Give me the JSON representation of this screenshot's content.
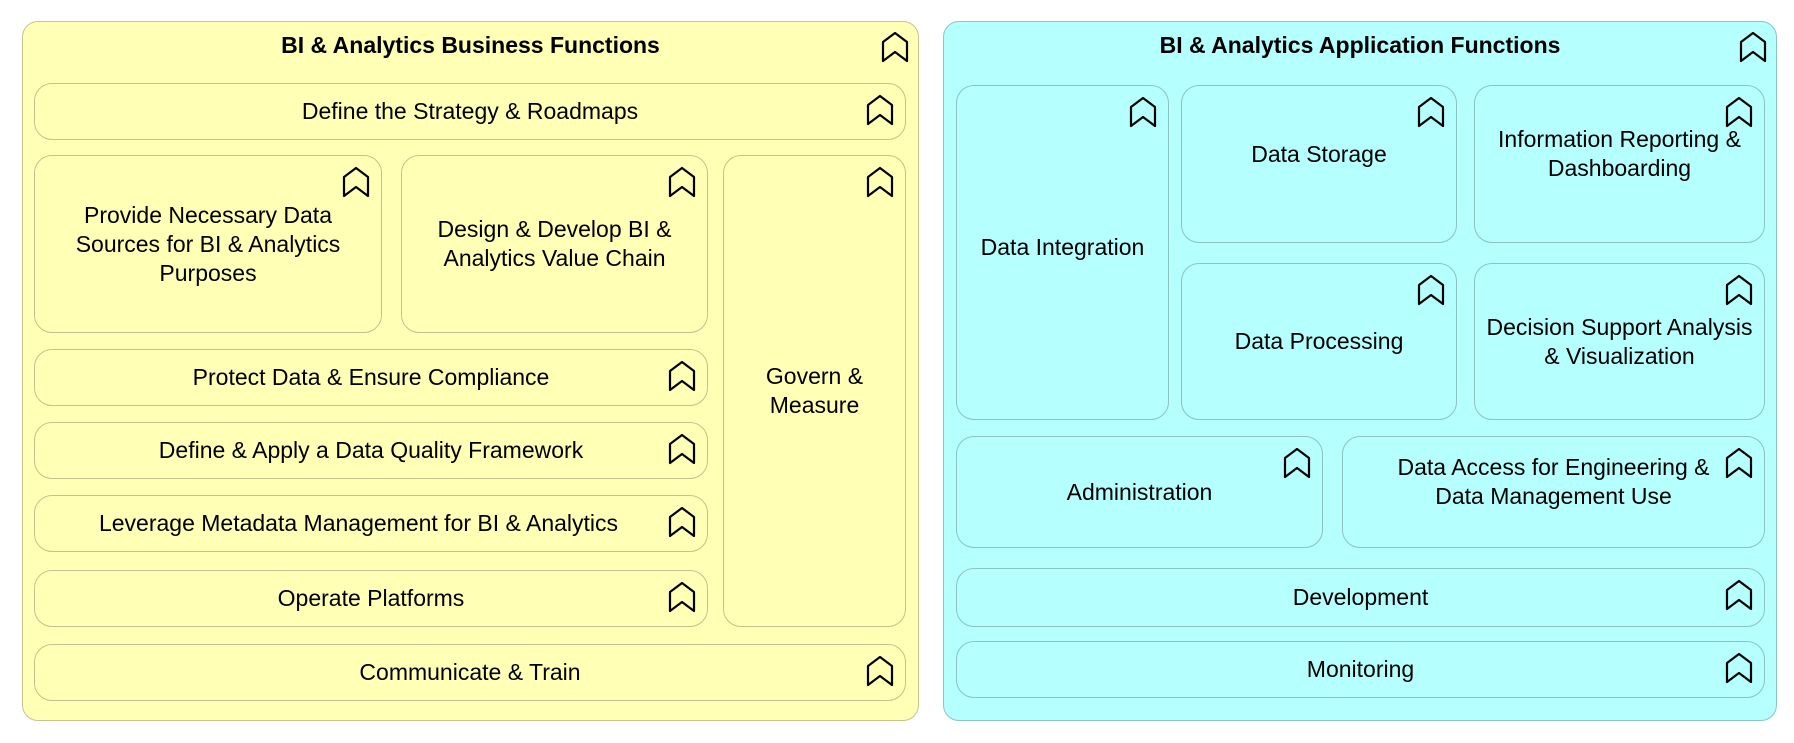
{
  "business": {
    "title": "BI & Analytics Business Functions",
    "items": {
      "strategy": "Define the Strategy & Roadmaps",
      "data_sources": "Provide Necessary Data Sources for BI & Analytics Purposes",
      "value_chain": "Design & Develop BI & Analytics Value Chain",
      "govern": "Govern & Measure",
      "protect": "Protect Data & Ensure Compliance",
      "quality": "Define & Apply a Data Quality Framework",
      "metadata": "Leverage Metadata Management for BI & Analytics",
      "operate": "Operate Platforms",
      "communicate": "Communicate & Train"
    }
  },
  "application": {
    "title": "BI & Analytics Application Functions",
    "items": {
      "integration": "Data Integration",
      "storage": "Data Storage",
      "reporting": "Information Reporting & Dashboarding",
      "processing": "Data Processing",
      "decision": "Decision Support Analysis & Visualization",
      "administration": "Administration",
      "access": "Data Access for Engineering & Data Management Use",
      "development": "Development",
      "monitoring": "Monitoring"
    }
  },
  "icons": {
    "function": "function-icon"
  },
  "colors": {
    "business_fill": "#ffffb5",
    "application_fill": "#b5ffff"
  }
}
